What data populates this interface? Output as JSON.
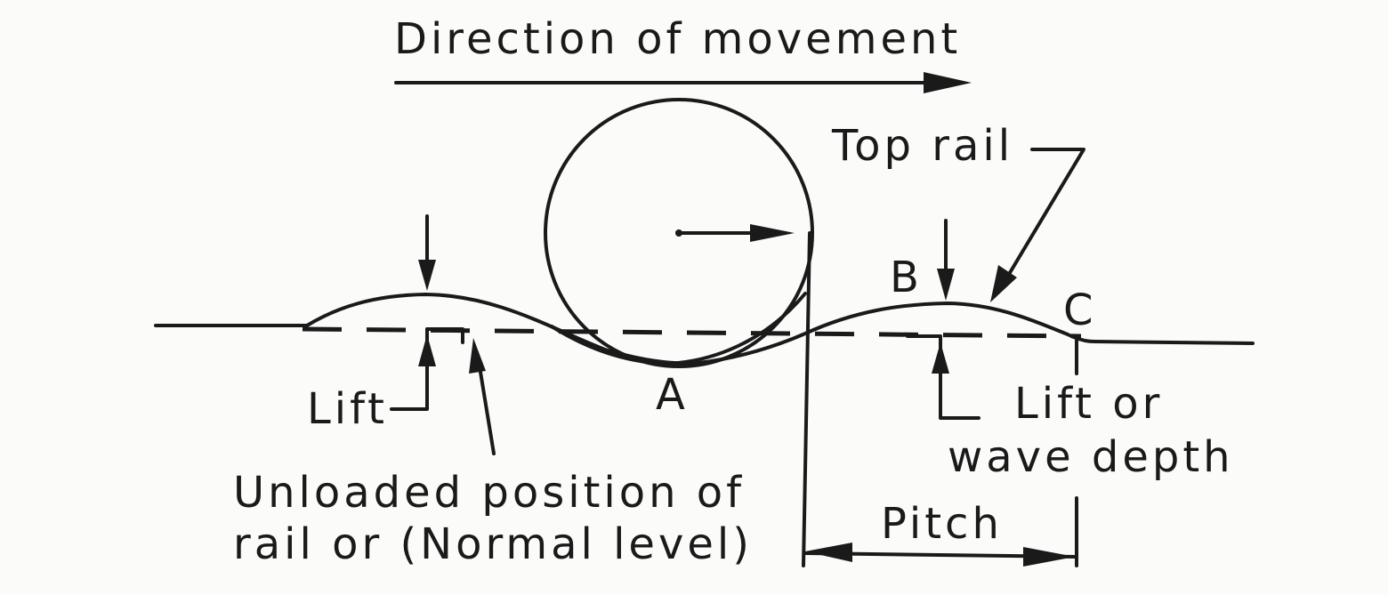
{
  "labels": {
    "direction": "Direction of movement",
    "top_rail": "Top rail",
    "point_b": "B",
    "point_c": "C",
    "point_a": "A",
    "lift": "Lift",
    "unloaded_line1": "Unloaded position of",
    "unloaded_line2": "rail or (Normal level)",
    "lift_or": "Lift or",
    "wave_depth": "wave depth",
    "pitch": "Pitch"
  },
  "colors": {
    "ink": "#1a1a1a",
    "paper": "#fbfbfa"
  }
}
